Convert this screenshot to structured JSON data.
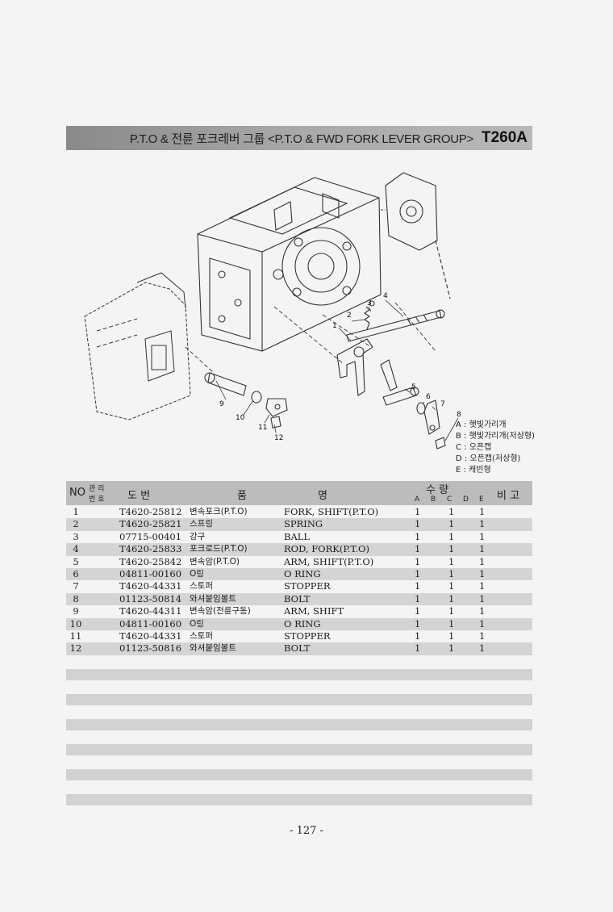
{
  "header": {
    "title": "P.T.O & 전륜 포크레버 그룹 <P.T.O & FWD FORK LEVER GROUP>",
    "code": "T260A"
  },
  "diagram": {
    "callouts": [
      "1",
      "2",
      "3",
      "4",
      "5",
      "6",
      "7",
      "8",
      "9",
      "10",
      "11",
      "12"
    ]
  },
  "legend": [
    "A : 햇빛가리개",
    "B : 햇빛가리개(저상형)",
    "C : 오픈캡",
    "D : 오픈캡(저상형)",
    "E : 캐빈형"
  ],
  "table": {
    "headers": {
      "no": "NO",
      "mgmt_top": "관 리",
      "mgmt_bottom": "번 호",
      "drawing": "도   번",
      "name_a": "품",
      "name_b": "명",
      "qty": "수     량",
      "remark": "비  고",
      "qty_cols": [
        "A",
        "B",
        "C",
        "D",
        "E"
      ]
    },
    "rows": [
      {
        "no": "1",
        "code": "T4620-25812",
        "kr": "변속포크(P.T.O)",
        "en": "FORK, SHIFT(P.T.O)",
        "a": "1",
        "c": "1",
        "e": "1"
      },
      {
        "no": "2",
        "code": "T4620-25821",
        "kr": "스프링",
        "en": "SPRING",
        "a": "1",
        "c": "1",
        "e": "1"
      },
      {
        "no": "3",
        "code": "07715-00401",
        "kr": "강구",
        "en": "BALL",
        "a": "1",
        "c": "1",
        "e": "1"
      },
      {
        "no": "4",
        "code": "T4620-25833",
        "kr": "포크로드(P.T.O)",
        "en": "ROD, FORK(P.T.O)",
        "a": "1",
        "c": "1",
        "e": "1"
      },
      {
        "no": "5",
        "code": "T4620-25842",
        "kr": "변속암(P.T.O)",
        "en": "ARM, SHIFT(P.T.O)",
        "a": "1",
        "c": "1",
        "e": "1"
      },
      {
        "no": "6",
        "code": "04811-00160",
        "kr": "O링",
        "en": "O RING",
        "a": "1",
        "c": "1",
        "e": "1"
      },
      {
        "no": "7",
        "code": "T4620-44331",
        "kr": "스토퍼",
        "en": "STOPPER",
        "a": "1",
        "c": "1",
        "e": "1"
      },
      {
        "no": "8",
        "code": "01123-50814",
        "kr": "와셔붙임볼트",
        "en": "BOLT",
        "a": "1",
        "c": "1",
        "e": "1"
      },
      {
        "no": "9",
        "code": "T4620-44311",
        "kr": "변속암(전륜구동)",
        "en": "ARM, SHIFT",
        "a": "1",
        "c": "1",
        "e": "1"
      },
      {
        "no": "10",
        "code": "04811-00160",
        "kr": "O링",
        "en": "O RING",
        "a": "1",
        "c": "1",
        "e": "1"
      },
      {
        "no": "11",
        "code": "T4620-44331",
        "kr": "스토퍼",
        "en": "STOPPER",
        "a": "1",
        "c": "1",
        "e": "1"
      },
      {
        "no": "12",
        "code": "01123-50816",
        "kr": "와셔붙임볼트",
        "en": "BOLT",
        "a": "1",
        "c": "1",
        "e": "1"
      }
    ]
  },
  "footer": {
    "page": "- 127 -"
  }
}
